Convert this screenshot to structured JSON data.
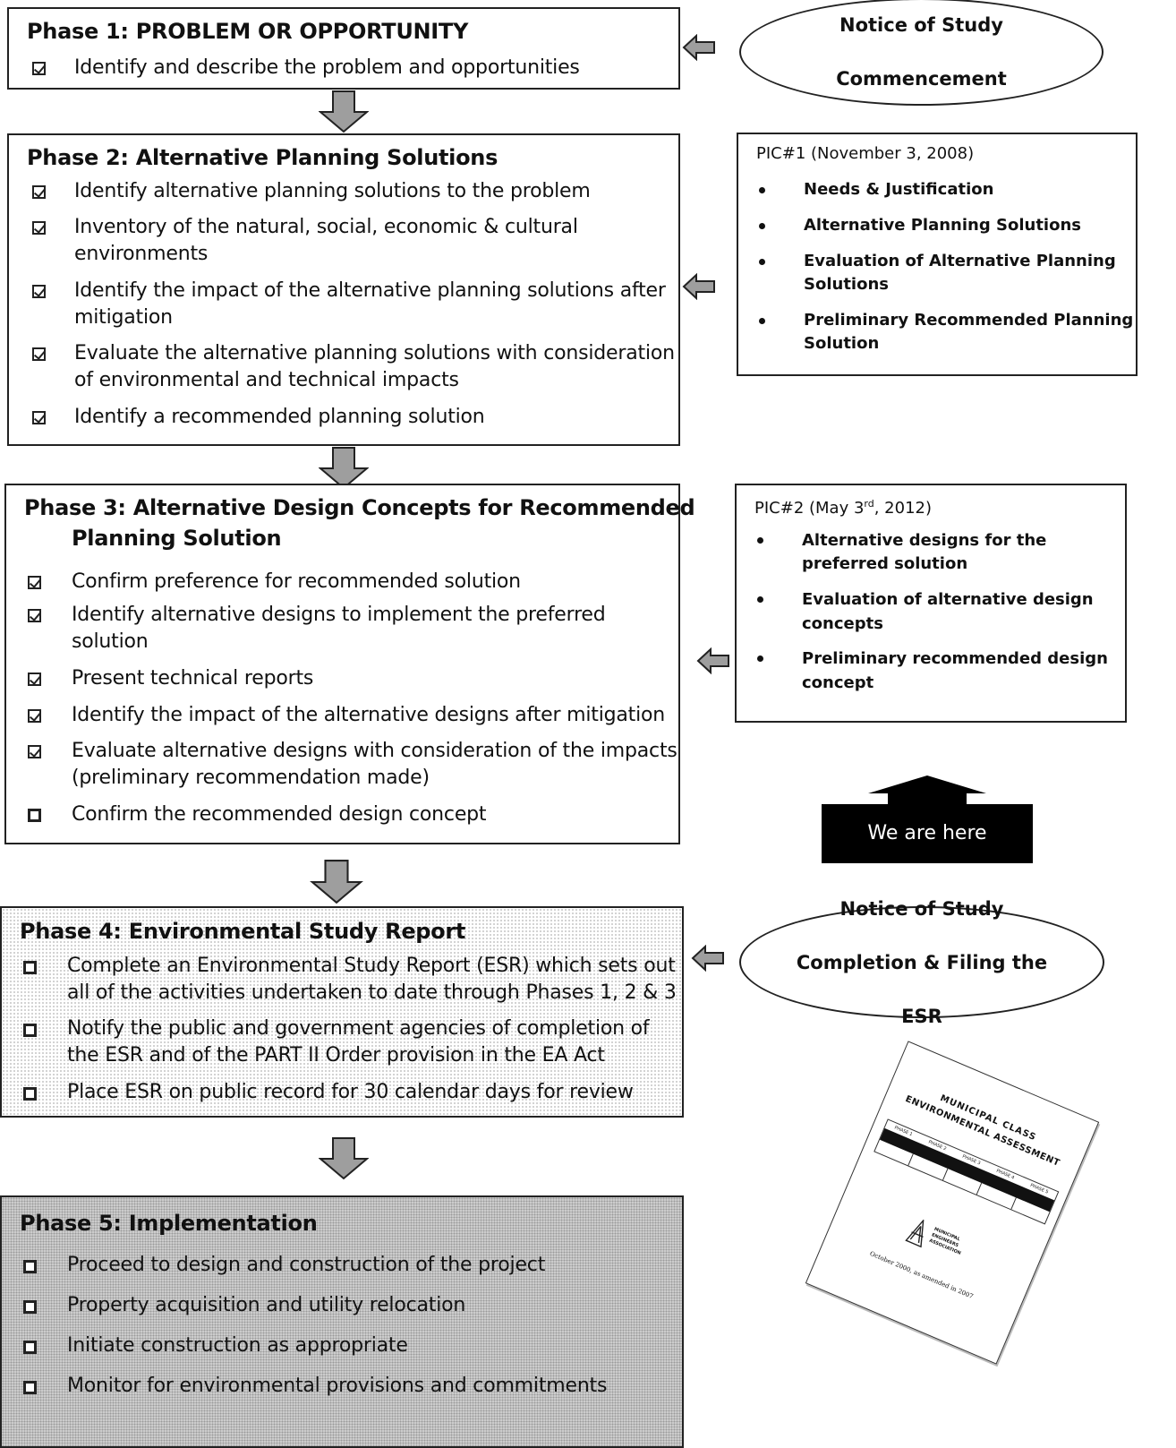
{
  "phase1": {
    "title": "Phase 1:  PROBLEM OR OPPORTUNITY",
    "items": [
      {
        "text": "Identify and describe the problem and opportunities",
        "checked": true
      }
    ]
  },
  "phase2": {
    "title": "Phase 2:  Alternative Planning Solutions",
    "items": [
      {
        "text": "Identify alternative planning solutions to the problem",
        "checked": true
      },
      {
        "line1": "Inventory of the natural, social, economic & cultural",
        "line2": "environments",
        "checked": true
      },
      {
        "line1": "Identify the impact of the alternative planning solutions after",
        "line2": "mitigation",
        "checked": true
      },
      {
        "line1": "Evaluate the alternative planning solutions with consideration",
        "line2": "of environmental and technical impacts",
        "checked": true
      },
      {
        "text": "Identify a recommended planning solution",
        "checked": true
      }
    ]
  },
  "phase3": {
    "title_line1": "Phase 3: Alternative Design Concepts for Recommended",
    "title_line2": "Planning Solution",
    "items": [
      {
        "text": "Confirm preference for recommended solution",
        "checked": true
      },
      {
        "line1": "Identify alternative designs to implement the preferred",
        "line2": "solution",
        "checked": true
      },
      {
        "text": "Present technical reports",
        "checked": true
      },
      {
        "text": "Identify the impact of the alternative designs after mitigation",
        "checked": true
      },
      {
        "line1": "Evaluate alternative designs with consideration of the impacts",
        "line2": "(preliminary recommendation made)",
        "checked": true
      },
      {
        "text": "Confirm the recommended design concept",
        "checked": false
      }
    ]
  },
  "phase4": {
    "title": "Phase 4:  Environmental Study Report",
    "items": [
      {
        "line1": "Complete an Environmental Study Report (ESR) which sets out",
        "line2": "all of the activities undertaken to date through Phases 1, 2 & 3",
        "checked": false
      },
      {
        "line1": "Notify the public and government agencies of completion of",
        "line2": "the ESR and of the PART II Order provision in the EA Act",
        "checked": false
      },
      {
        "text": "Place ESR on public record for 30 calendar days for review",
        "checked": false
      }
    ]
  },
  "phase5": {
    "title": "Phase 5:  Implementation",
    "items": [
      {
        "text": "Proceed to design and construction of the project",
        "checked": false
      },
      {
        "text": "Property acquisition and utility relocation",
        "checked": false
      },
      {
        "text": "Initiate construction as appropriate",
        "checked": false
      },
      {
        "text": "Monitor for environmental provisions and commitments",
        "checked": false
      }
    ]
  },
  "notice_commencement": {
    "line1": "Notice of Study",
    "line2": "Commencement"
  },
  "notice_completion": {
    "line1": "Notice of Study",
    "line2": "Completion & Filing the",
    "line3": "ESR"
  },
  "pic1": {
    "title": "PIC#1 (November 3, 2008)",
    "items": [
      {
        "text": "Needs & Justification"
      },
      {
        "text": "Alternative Planning  Solutions"
      },
      {
        "line1": "Evaluation of Alternative Planning",
        "line2": "Solutions"
      },
      {
        "line1": "Preliminary Recommended Planning",
        "line2": "Solution"
      }
    ]
  },
  "pic2": {
    "title_pre": "PIC#2 (May 3",
    "title_sup": "rd",
    "title_post": ", 2012)",
    "items": [
      {
        "line1": "Alternative designs for the",
        "line2": "preferred  solution"
      },
      {
        "line1": "Evaluation of alternative design",
        "line2": "concepts"
      },
      {
        "line1": "Preliminary recommended design",
        "line2": "concept"
      }
    ]
  },
  "we_are_here": "We are here",
  "document_cover": {
    "title_line1": "MUNICIPAL CLASS",
    "title_line2": "ENVIRONMENTAL ASSESSMENT",
    "phase_tabs": [
      "PHASE 1",
      "PHASE 2",
      "PHASE 3",
      "PHASE 4",
      "PHASE 5"
    ],
    "logo_line1": "MUNICIPAL",
    "logo_line2": "ENGINEERS",
    "logo_line3": "ASSOCIATION",
    "footer": "October 2000, as amended in 2007"
  },
  "colors": {
    "border": "#222222",
    "arrow_fill": "#9e9e9e",
    "we_are_here_bg": "#000000",
    "we_are_here_text": "#ffffff",
    "phase5_bg": "#cfcfcf"
  }
}
